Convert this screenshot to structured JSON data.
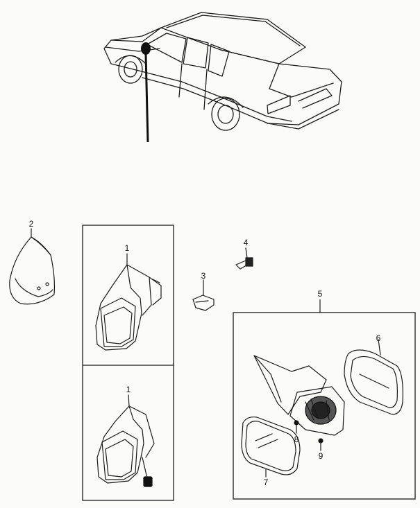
{
  "diagram": {
    "callouts": [
      {
        "id": "2",
        "text": "2"
      },
      {
        "id": "1a",
        "text": "1"
      },
      {
        "id": "1b",
        "text": "1"
      },
      {
        "id": "3",
        "text": "3"
      },
      {
        "id": "4",
        "text": "4"
      },
      {
        "id": "5",
        "text": "5"
      },
      {
        "id": "6",
        "text": "6"
      },
      {
        "id": "7",
        "text": "7"
      },
      {
        "id": "8",
        "text": "8"
      },
      {
        "id": "9",
        "text": "9"
      }
    ]
  }
}
